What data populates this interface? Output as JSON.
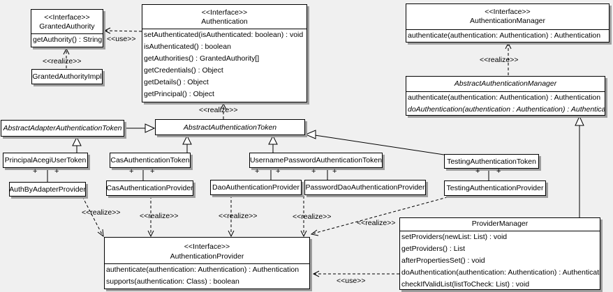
{
  "diagram": {
    "kind": "UML class diagram",
    "background_color": "#f0f0f0",
    "box_fill_color": "#ffffff",
    "line_color": "#000000"
  },
  "classes": [
    {
      "id": "granted-authority",
      "stereotype": "<<Interface>>",
      "name": "GrantedAuthority",
      "methods": [
        "getAuthority() : String"
      ]
    },
    {
      "id": "granted-authority-impl",
      "name": "GrantedAuthorityImpl",
      "methods": []
    },
    {
      "id": "authentication",
      "stereotype": "<<Interface>>",
      "name": "Authentication",
      "methods": [
        "setAuthenticated(isAuthenticated: boolean) : void",
        "isAuthenticated() : boolean",
        "getAuthorities() : GrantedAuthority[]",
        "getCredentials() : Object",
        "getDetails() : Object",
        "getPrincipal() : Object"
      ]
    },
    {
      "id": "authentication-manager",
      "stereotype": "<<Interface>>",
      "name": "AuthenticationManager",
      "methods": [
        "authenticate(authentication: Authentication) : Authentication"
      ]
    },
    {
      "id": "abstract-authentication-manager",
      "name": "AbstractAuthenticationManager",
      "abstract": true,
      "methods": [
        "authenticate(authentication: Authentication) : Authentication",
        "doAuthentication(authentication : Authentication) : Authentication"
      ]
    },
    {
      "id": "abstract-adapter-authentication-token",
      "name": "AbstractAdapterAuthenticationToken",
      "abstract": true,
      "methods": []
    },
    {
      "id": "abstract-authentication-token",
      "name": "AbstractAuthenticationToken",
      "abstract": true,
      "methods": []
    },
    {
      "id": "principal-acegi-user-token",
      "name": "PrincipalAcegiUserToken",
      "methods": []
    },
    {
      "id": "cas-authentication-token",
      "name": "CasAuthenticationToken",
      "methods": []
    },
    {
      "id": "username-password-authentication-token",
      "name": "UsernamePasswordAuthenticationToken",
      "methods": []
    },
    {
      "id": "testing-authentication-token",
      "name": "TestingAuthenticationToken",
      "methods": []
    },
    {
      "id": "auth-by-adapter-provider",
      "name": "AuthByAdapterProvider",
      "methods": []
    },
    {
      "id": "cas-authentication-provider",
      "name": "CasAuthenticationProvider",
      "methods": []
    },
    {
      "id": "dao-authentication-provider",
      "name": "DaoAuthenticationProvider",
      "methods": []
    },
    {
      "id": "password-dao-authentication-provider",
      "name": "PasswordDaoAuthenticationProvider",
      "methods": []
    },
    {
      "id": "testing-authentication-provider",
      "name": "TestingAuthenticationProvider",
      "methods": []
    },
    {
      "id": "authentication-provider",
      "stereotype": "<<Interface>>",
      "name": "AuthenticationProvider",
      "methods": [
        "authenticate(authentication: Authentication) : Authentication",
        "supports(authentication: Class) : boolean"
      ]
    },
    {
      "id": "provider-manager",
      "name": "ProviderManager",
      "methods": [
        "setProviders(newList: List) : void",
        "getProviders() : List",
        "afterPropertiesSet() : void",
        "doAuthentication(authentication: Authentication) : Authentication",
        "checkIfValidList(listToCheck: List) : void"
      ]
    }
  ],
  "relationships": [
    {
      "type": "use",
      "from": "Authentication",
      "to": "GrantedAuthority",
      "label": "<<use>>"
    },
    {
      "type": "realize",
      "from": "GrantedAuthorityImpl",
      "to": "GrantedAuthority",
      "label": "<<realize>>"
    },
    {
      "type": "realize",
      "from": "AbstractAuthenticationToken",
      "to": "Authentication",
      "label": "<<realize>>"
    },
    {
      "type": "realize",
      "from": "AbstractAuthenticationManager",
      "to": "AuthenticationManager",
      "label": "<<realize>>"
    },
    {
      "type": "generalization",
      "from": "AbstractAdapterAuthenticationToken",
      "to": "AbstractAuthenticationToken",
      "label": ""
    },
    {
      "type": "generalization",
      "from": "PrincipalAcegiUserToken",
      "to": "AbstractAdapterAuthenticationToken",
      "label": ""
    },
    {
      "type": "generalization",
      "from": "CasAuthenticationToken",
      "to": "AbstractAuthenticationToken",
      "label": ""
    },
    {
      "type": "generalization",
      "from": "UsernamePasswordAuthenticationToken",
      "to": "AbstractAuthenticationToken",
      "label": ""
    },
    {
      "type": "generalization",
      "from": "TestingAuthenticationToken",
      "to": "AbstractAuthenticationToken",
      "label": ""
    },
    {
      "type": "generalization",
      "from": "ProviderManager",
      "to": "AbstractAuthenticationManager",
      "label": ""
    },
    {
      "type": "association",
      "from": "PrincipalAcegiUserToken",
      "to": "AuthByAdapterProvider",
      "end_labels": [
        "+",
        "+"
      ]
    },
    {
      "type": "association",
      "from": "CasAuthenticationToken",
      "to": "CasAuthenticationProvider",
      "end_labels": [
        "+",
        "+"
      ]
    },
    {
      "type": "association",
      "from": "UsernamePasswordAuthenticationToken",
      "to": "DaoAuthenticationProvider",
      "end_labels": [
        "+",
        "+"
      ]
    },
    {
      "type": "association",
      "from": "UsernamePasswordAuthenticationToken",
      "to": "PasswordDaoAuthenticationProvider",
      "end_labels": [
        "+",
        "+"
      ]
    },
    {
      "type": "association",
      "from": "TestingAuthenticationToken",
      "to": "TestingAuthenticationProvider",
      "end_labels": [
        "+",
        "+"
      ]
    },
    {
      "type": "realize",
      "from": "AuthByAdapterProvider",
      "to": "AuthenticationProvider",
      "label": "<<realize>>"
    },
    {
      "type": "realize",
      "from": "CasAuthenticationProvider",
      "to": "AuthenticationProvider",
      "label": "<<realize>>"
    },
    {
      "type": "realize",
      "from": "DaoAuthenticationProvider",
      "to": "AuthenticationProvider",
      "label": "<<realize>>"
    },
    {
      "type": "realize",
      "from": "PasswordDaoAuthenticationProvider",
      "to": "AuthenticationProvider",
      "label": "<<realize>>"
    },
    {
      "type": "realize",
      "from": "TestingAuthenticationProvider",
      "to": "AuthenticationProvider",
      "label": "<<realize>>"
    },
    {
      "type": "use",
      "from": "ProviderManager",
      "to": "AuthenticationProvider",
      "label": "<<use>>"
    }
  ]
}
